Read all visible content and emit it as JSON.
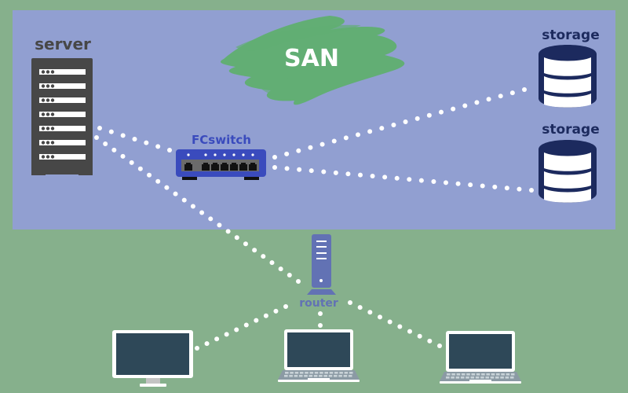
{
  "diagram": {
    "title": "SAN",
    "colors": {
      "background": "#86b08c",
      "san_zone": "#919fd1",
      "san_brush": "#5db06a",
      "server": "#474747",
      "server_slot": "#ffffff",
      "switch": "#3a4bbd",
      "switch_ports_panel": "#6b6b6b",
      "storage": "#1c2a5e",
      "router": "#6272b4",
      "screen": "#2e4858",
      "device_frame": "#ffffff",
      "keyboard": "#8b9aa4",
      "link_dot": "#ffffff"
    },
    "zones": [
      {
        "id": "san",
        "label": "SAN"
      }
    ],
    "nodes": [
      {
        "id": "server",
        "label": "server",
        "type": "server-rack",
        "slots": 7
      },
      {
        "id": "fcswitch",
        "label": "FCswitch",
        "type": "switch",
        "ports": 7
      },
      {
        "id": "storage1",
        "label": "storage",
        "type": "storage"
      },
      {
        "id": "storage2",
        "label": "storage",
        "type": "storage"
      },
      {
        "id": "router",
        "label": "router",
        "type": "router"
      },
      {
        "id": "desktop",
        "label": "",
        "type": "desktop-monitor"
      },
      {
        "id": "laptop1",
        "label": "",
        "type": "laptop"
      },
      {
        "id": "laptop2",
        "label": "",
        "type": "laptop"
      }
    ],
    "links": [
      {
        "from": "server",
        "to": "fcswitch",
        "style": "dotted"
      },
      {
        "from": "server",
        "to": "router",
        "style": "dotted"
      },
      {
        "from": "fcswitch",
        "to": "storage1",
        "style": "dotted"
      },
      {
        "from": "fcswitch",
        "to": "storage2",
        "style": "dotted"
      },
      {
        "from": "router",
        "to": "desktop",
        "style": "dotted"
      },
      {
        "from": "router",
        "to": "laptop1",
        "style": "dotted"
      },
      {
        "from": "router",
        "to": "laptop2",
        "style": "dotted"
      }
    ]
  }
}
